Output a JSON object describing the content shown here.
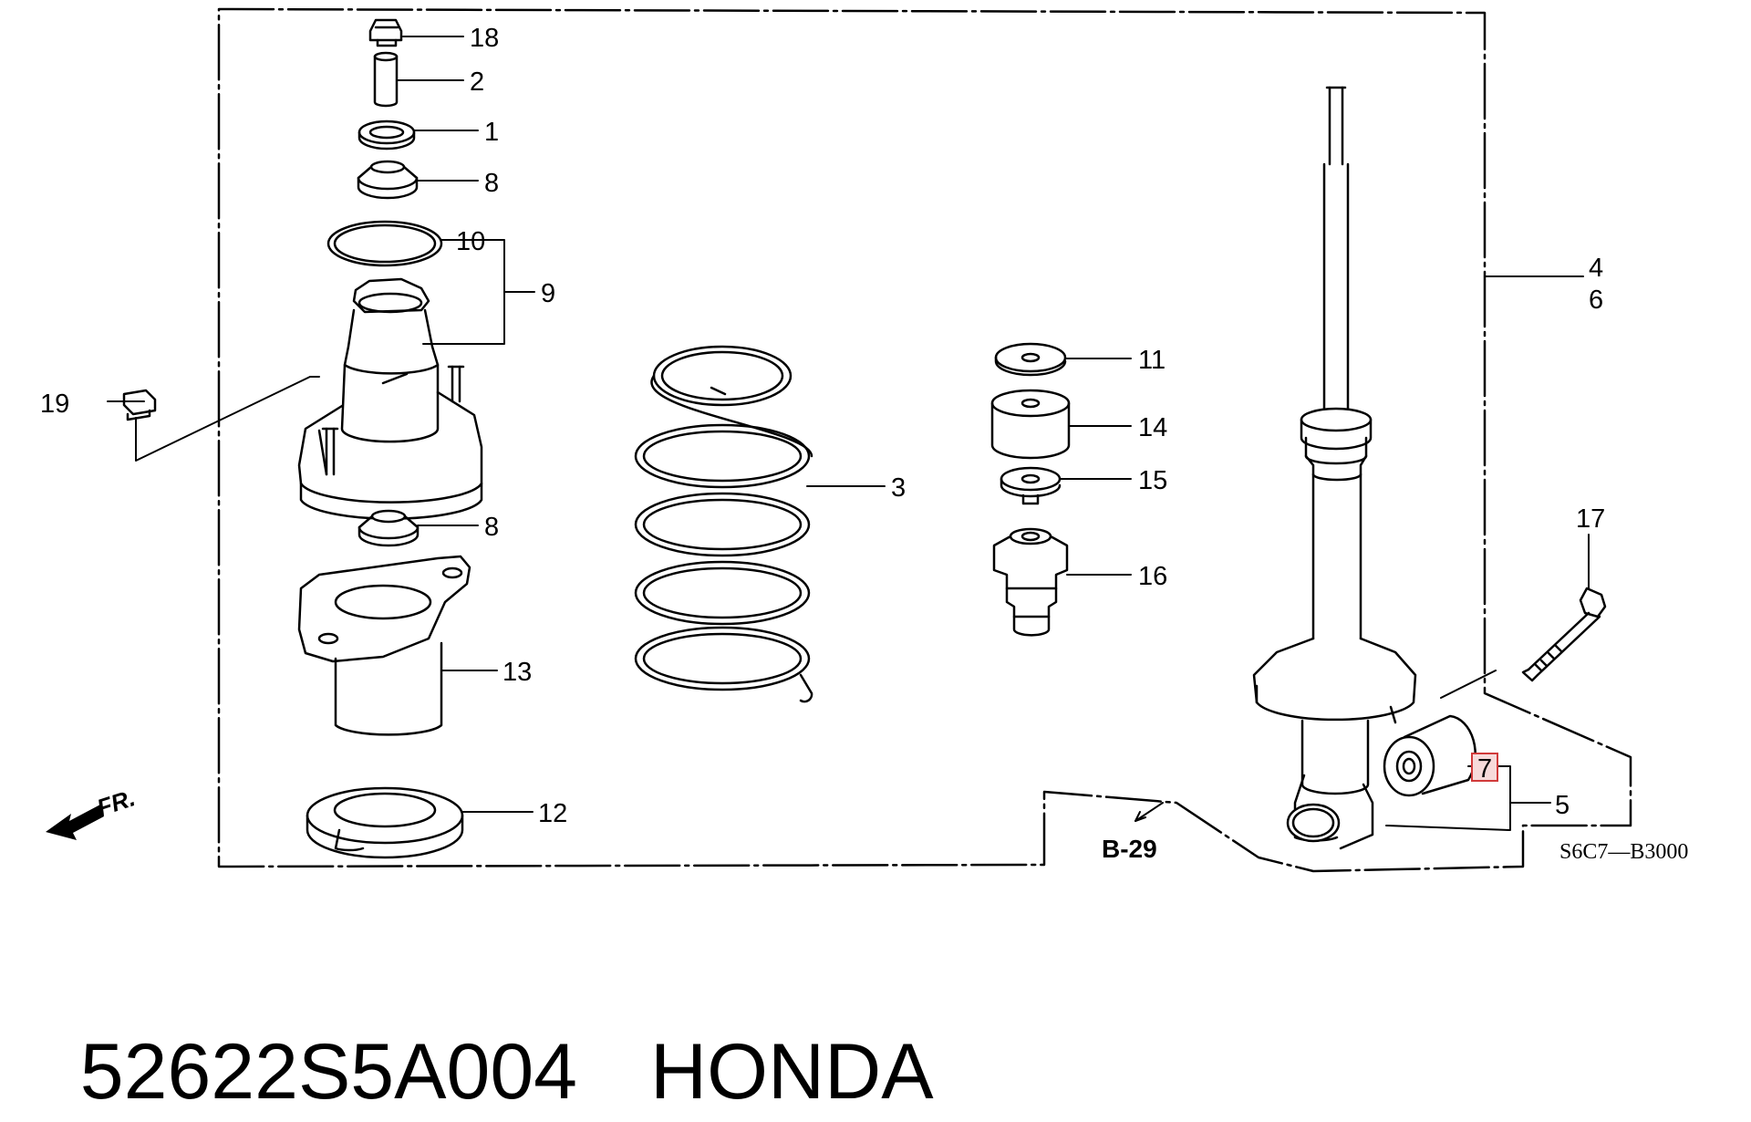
{
  "diagram": {
    "callouts": {
      "c1": "1",
      "c2": "2",
      "c3": "3",
      "c4": "4",
      "c5": "5",
      "c6": "6",
      "c7": "7",
      "c8a": "8",
      "c8b": "8",
      "c9": "9",
      "c10": "10",
      "c11": "11",
      "c12": "12",
      "c13": "13",
      "c14": "14",
      "c15": "15",
      "c16": "16",
      "c17": "17",
      "c18": "18",
      "c19": "19"
    },
    "reference_code": "S6C7—B3000",
    "section_link": "B-29",
    "direction_label": "FR.",
    "highlighted_callout": "7",
    "highlight_color": "#d13a3a"
  },
  "caption": {
    "part_number": "52622S5A004",
    "brand": "HONDA"
  }
}
